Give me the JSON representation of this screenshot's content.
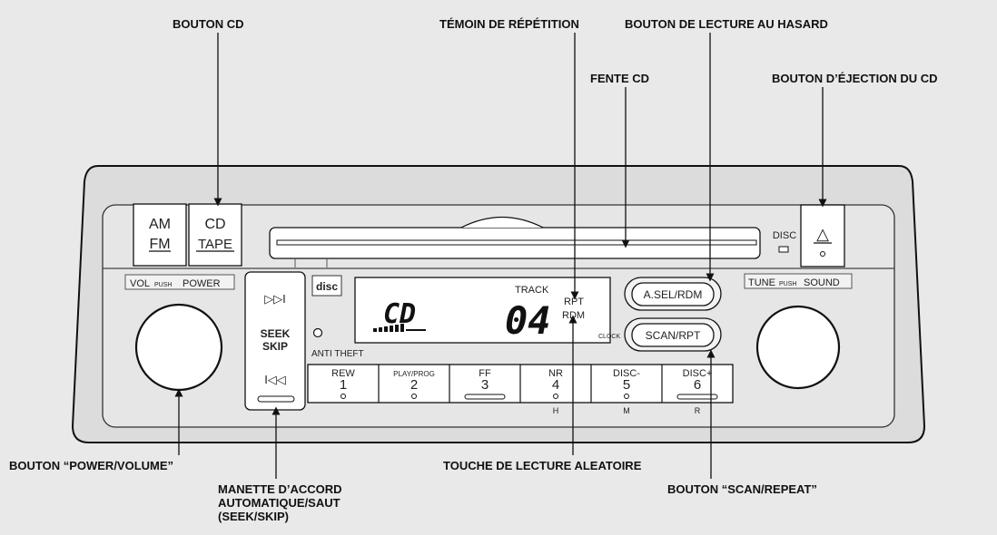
{
  "callouts": {
    "cd_button": "BOUTON CD",
    "repeat_indicator": "TÉMOIN DE RÉPÉTITION",
    "random_button": "BOUTON DE LECTURE AU HASARD",
    "cd_slot": "FENTE CD",
    "eject_button": "BOUTON D’ÉJECTION DU CD",
    "power_volume_button": "BOUTON “POWER/VOLUME”",
    "seek_skip_lever": [
      "MANETTE D’ACCORD",
      "AUTOMATIQUE/SAUT",
      "(SEEK/SKIP)"
    ],
    "random_key": "TOUCHE DE LECTURE ALEATOIRE",
    "scan_repeat_button": "BOUTON “SCAN/REPEAT”"
  },
  "radio": {
    "am": "AM",
    "fm": "FM",
    "cd": "CD",
    "tape": "TAPE",
    "vol_left": "VOL",
    "vol_push": "PUSH",
    "vol_power": "POWER",
    "tune": "TUNE",
    "tune_push": "PUSH",
    "tune_sound": "SOUND",
    "disc_indicator": "DISC",
    "eject_symbol": "△",
    "seek_up": "▷▷I",
    "seek_label": "SEEK",
    "skip_label": "SKIP",
    "seek_down": "I◁◁",
    "disc_logo": "disc",
    "anti_theft": "ANTI  THEFT",
    "display_mode": "CD",
    "display_track_label": "TRACK",
    "display_track_number": "04",
    "display_rpt": "RPT",
    "display_rdm": "RDM",
    "asel_rdm": "A.SEL/RDM",
    "scan_rpt": "SCAN/RPT",
    "clock": "CLOCK",
    "presets": [
      {
        "top": "REW",
        "num": "1",
        "sub": ""
      },
      {
        "top": "PLAY/PROG",
        "num": "2",
        "sub": ""
      },
      {
        "top": "FF",
        "num": "3",
        "sub": ""
      },
      {
        "top": "NR",
        "num": "4",
        "sub": "H"
      },
      {
        "top": "DISC-",
        "num": "5",
        "sub": "M"
      },
      {
        "top": "DISC+",
        "num": "6",
        "sub": "R"
      }
    ]
  }
}
